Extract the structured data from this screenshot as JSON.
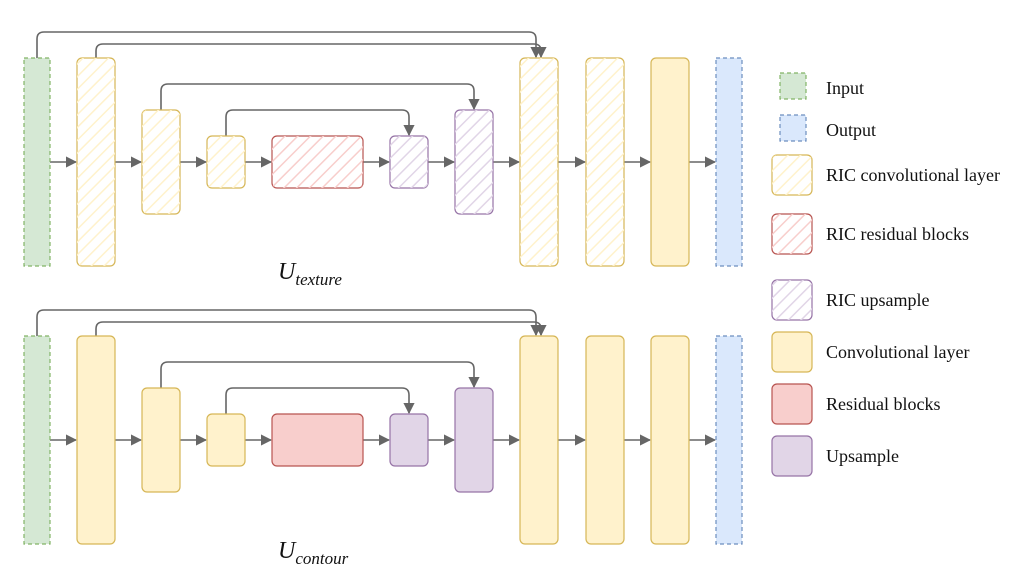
{
  "colors": {
    "input_fill": "#d5e8d4",
    "input_stroke": "#82b366",
    "output_fill": "#dae8fc",
    "output_stroke": "#6c8ebf",
    "conv_fill": "#fff2cc",
    "conv_stroke": "#d6b656",
    "res_fill": "#f8cecc",
    "res_stroke": "#b85450",
    "up_fill": "#e1d5e7",
    "up_stroke": "#9673a6",
    "ric_fill": "#ffffff",
    "arrow": "#666666"
  },
  "diagrams": [
    {
      "id": "texture",
      "title_main": "U",
      "title_sub": "texture",
      "style": "ric"
    },
    {
      "id": "contour",
      "title_main": "U",
      "title_sub": "contour",
      "style": "plain"
    }
  ],
  "legend": {
    "items": [
      {
        "key": "input",
        "label": "Input",
        "style": "input-swatch"
      },
      {
        "key": "output",
        "label": "Output",
        "style": "output-swatch"
      },
      {
        "key": "ric_conv",
        "label": "RIC convolutional layer",
        "style": "ric-conv-swatch"
      },
      {
        "key": "ric_res",
        "label": "RIC residual blocks",
        "style": "ric-res-swatch"
      },
      {
        "key": "ric_up",
        "label": "RIC upsample",
        "style": "ric-up-swatch"
      },
      {
        "key": "conv",
        "label": "Convolutional layer",
        "style": "conv-swatch"
      },
      {
        "key": "res",
        "label": "Residual blocks",
        "style": "res-swatch"
      },
      {
        "key": "up",
        "label": "Upsample",
        "style": "up-swatch"
      }
    ]
  }
}
